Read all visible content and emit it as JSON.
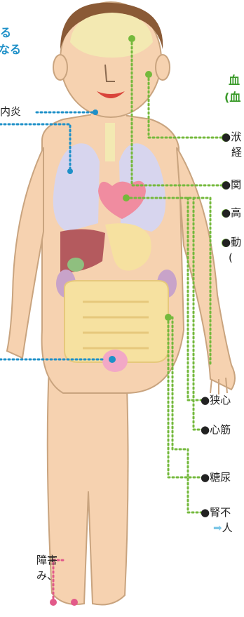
{
  "labels": {
    "left_top_1": "る",
    "left_top_2": "なる",
    "mouth_label": "内炎",
    "foot_label_1": "障害",
    "foot_label_2": "み、",
    "right_head_1": "血",
    "right_head_2": "(血",
    "right_item_1": "●洑",
    "right_item_1b": "経",
    "right_item_2": "●関",
    "right_item_3": "●高",
    "right_item_4": "●動",
    "right_item_4b": "(",
    "bottom_item_1": "●狭心",
    "bottom_item_2": "●心筋",
    "bottom_item_3": "●糖尿",
    "bottom_item_4": "●腎不",
    "bottom_item_4b": "人"
  },
  "colors": {
    "skin": "#f6d2b0",
    "skin_outline": "#c9a47f",
    "hair": "#8a5a36",
    "brain": "#f3e9b2",
    "lungs": "#d7d5ee",
    "heart": "#f08ca0",
    "liver": "#b45a5e",
    "intestine": "#f6e1a0",
    "green_line": "#74b93c",
    "blue_line": "#1e90c8",
    "pink_line": "#e25a8a"
  }
}
